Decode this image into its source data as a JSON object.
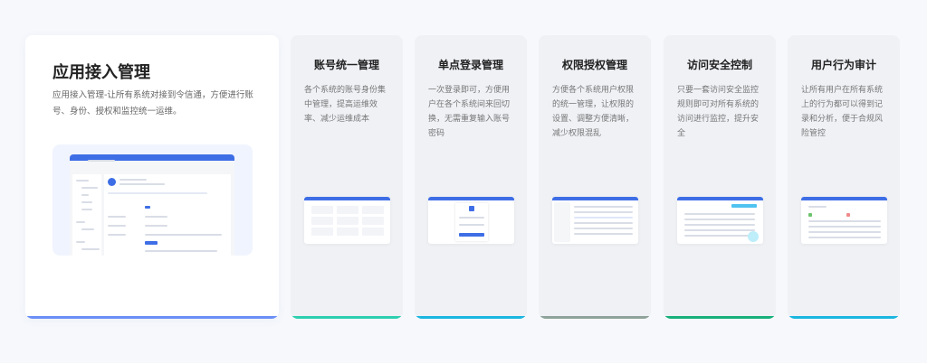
{
  "main": {
    "title": "应用接入管理",
    "description": "应用接入管理-让所有系统对接到令信通，方便进行账号、身份、授权和监控统一运维。",
    "accent": "#6b8ff7"
  },
  "features": [
    {
      "title": "账号统一管理",
      "description": "各个系统的账号身份集中管理，提高运维效率、减少运维成本",
      "accent": "#2ccfb0"
    },
    {
      "title": "单点登录管理",
      "description": "一次登录即可，方便用户在各个系统间来回切换，无需重复输入账号密码",
      "accent": "#1ab6e0"
    },
    {
      "title": "权限授权管理",
      "description": "方便各个系统用户权限的统一管理，让权限的设置、调整方便清晰，减少权限混乱",
      "accent": "#8fa39a"
    },
    {
      "title": "访问安全控制",
      "description": "只要一套访问安全监控规则即可对所有系统的访问进行监控，提升安全",
      "accent": "#17b07a"
    },
    {
      "title": "用户行为审计",
      "description": "让所有用户在所有系统上的行为都可以得到记录和分析，便于合规风险管控",
      "accent": "#1ab6e0"
    }
  ]
}
